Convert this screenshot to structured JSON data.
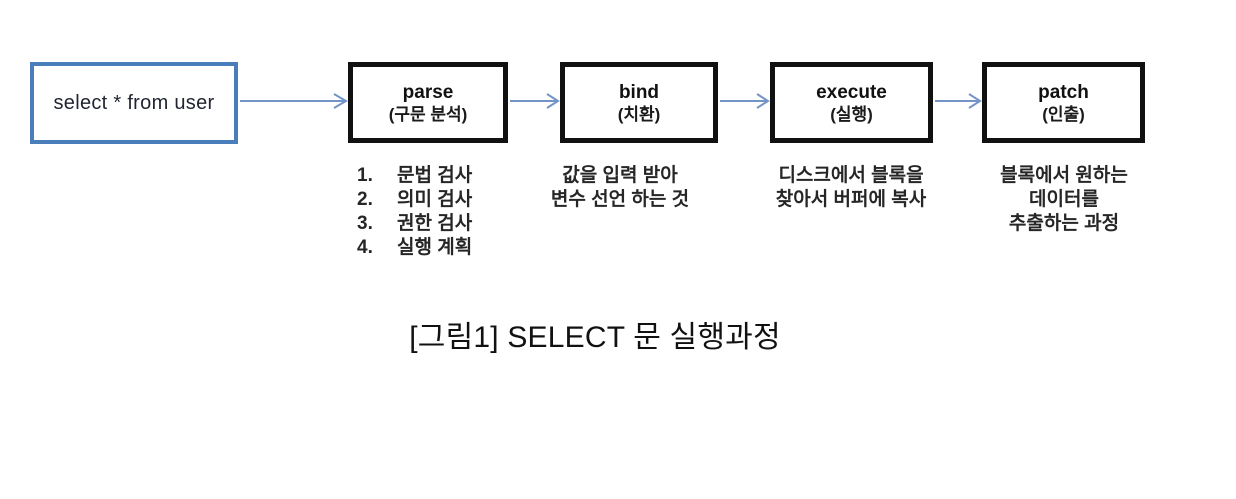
{
  "colors": {
    "source-border": "#4a7ebb",
    "arrow": "#7494c8",
    "process-border": "#111111",
    "text": "#262626"
  },
  "diagram": {
    "source": {
      "label": "select * from user"
    },
    "steps": [
      {
        "title": "parse",
        "subtitle": "(구문 분석)",
        "desc": [
          {
            "num": "1.",
            "text": "문법 검사"
          },
          {
            "num": "2.",
            "text": "의미 검사"
          },
          {
            "num": "3.",
            "text": "권한 검사"
          },
          {
            "num": "4.",
            "text": "실행 계획"
          }
        ]
      },
      {
        "title": "bind",
        "subtitle": "(치환)",
        "desc_lines": [
          "값을 입력 받아",
          "변수 선언 하는 것"
        ]
      },
      {
        "title": "execute",
        "subtitle": "(실행)",
        "desc_lines": [
          "디스크에서 블록을",
          "찾아서 버퍼에 복사"
        ]
      },
      {
        "title": "patch",
        "subtitle": "(인출)",
        "desc_lines": [
          "블록에서 원하는",
          "데이터를",
          "추출하는 과정"
        ]
      }
    ],
    "caption": "[그림1] SELECT 문 실행과정"
  }
}
